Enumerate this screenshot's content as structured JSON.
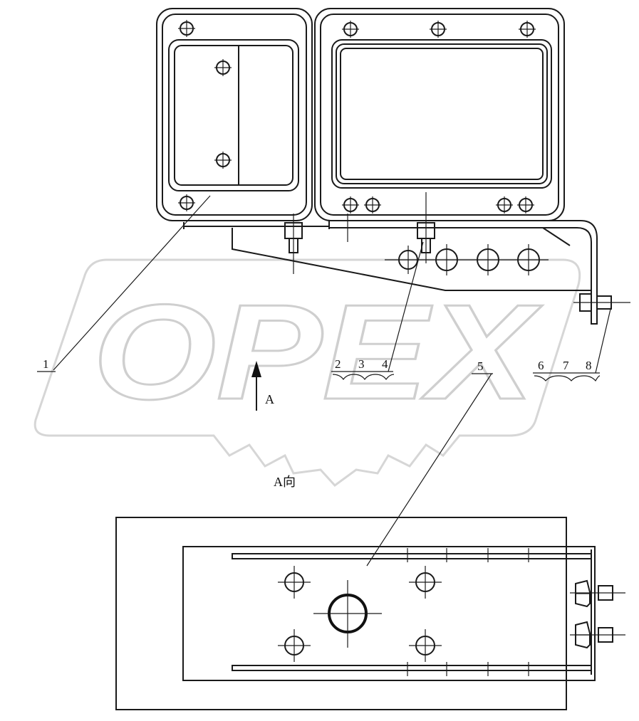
{
  "watermark": {
    "text": "OPEX",
    "color": "#cfcfcf"
  },
  "callouts": [
    "1",
    "2",
    "3",
    "4",
    "5",
    "6",
    "7",
    "8"
  ],
  "view_arrow_label": "A",
  "view_title": "A向",
  "colors": {
    "line": "#1a1a1a",
    "background": "#ffffff"
  }
}
